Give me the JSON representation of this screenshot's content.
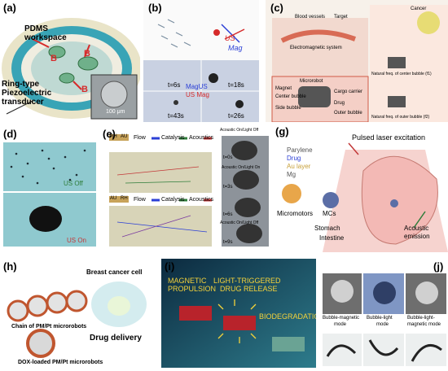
{
  "panels": {
    "a": {
      "label": "(a)",
      "pdms": "PDMS workspace",
      "ring1": "Ring-type",
      "ring2": "Piezoelectric",
      "ring3": "transducer",
      "b": "B",
      "scale": "100 μm"
    },
    "b": {
      "label": "(b)",
      "us": "US",
      "mag": "Mag",
      "t1": "t=6s",
      "t2": "t=18s",
      "t3": "t=43s",
      "t4": "t=26s",
      "magus1": "MagUS",
      "magus2": "US Mag"
    },
    "c": {
      "label": "(c)",
      "blood": "Blood vessels",
      "target": "Target",
      "elect": "Electromagnetic system",
      "micro": "Microrobot",
      "magnet": "Magnet",
      "center": "Center bubble",
      "side": "Side bubble",
      "carrier": "Cargo carrier",
      "drug": "Drug",
      "outer": "Outer bubble",
      "cancer": "Cancer",
      "nat1": "Natural freq. of center bubble (f1)",
      "nat2": "Natural freq. of outer bubble (f2)"
    },
    "d": {
      "label": "(d)",
      "off": "US Off",
      "on": "US On"
    },
    "e": {
      "label": "(e)",
      "rh": "RH",
      "au": "AU",
      "flow": "Flow",
      "catalysis": "Catalysis",
      "acoustics": "Acoustics",
      "au2": "AU",
      "rh2": "RH",
      "ac_off": "Acoustic On/Light Off",
      "ac_on": "Acoustic On/Light On",
      "ac_off2": "Acoustic On/Light Off",
      "t0": "t=0s",
      "t3": "t=3s",
      "t6": "t=6s",
      "t9": "t=9s"
    },
    "g": {
      "label": "(g)",
      "parylene": "Parylene",
      "drug": "Drug",
      "au": "Au layer",
      "mg": "Mg",
      "pulsed": "Pulsed laser excitation",
      "micromotors": "Micromotors",
      "mcs": "MCs",
      "stomach": "Stomach",
      "intestine": "Intestine",
      "acoustic": "Acoustic",
      "emission": "emission"
    },
    "h": {
      "label": "(h)",
      "breast": "Breast cancer cell",
      "chain": "Chain of PM/Pt microrobots",
      "delivery": "Drug delivery",
      "dox": "DOX-loaded PM/Pt microrobots"
    },
    "i": {
      "label": "(i)",
      "mag1": "MAGNETIC",
      "mag2": "PROPULSION",
      "lt1": "LIGHT-TRIGGERED",
      "lt2": "DRUG RELEASE",
      "bio": "BIODEGRADATION"
    },
    "j": {
      "label": "(j)",
      "m1a": "Bubble-magnetic",
      "m1b": "mode",
      "m2a": "Bubble-light",
      "m2b": "mode",
      "m3a": "Bubble-light-",
      "m3b": "magnetic mode"
    }
  },
  "colors": {
    "cyan_bg": "#9fd8de",
    "red": "#d62b2b",
    "blue": "#2b3fd6",
    "green": "#2e9e3a",
    "dark_blue": "#10324a"
  }
}
